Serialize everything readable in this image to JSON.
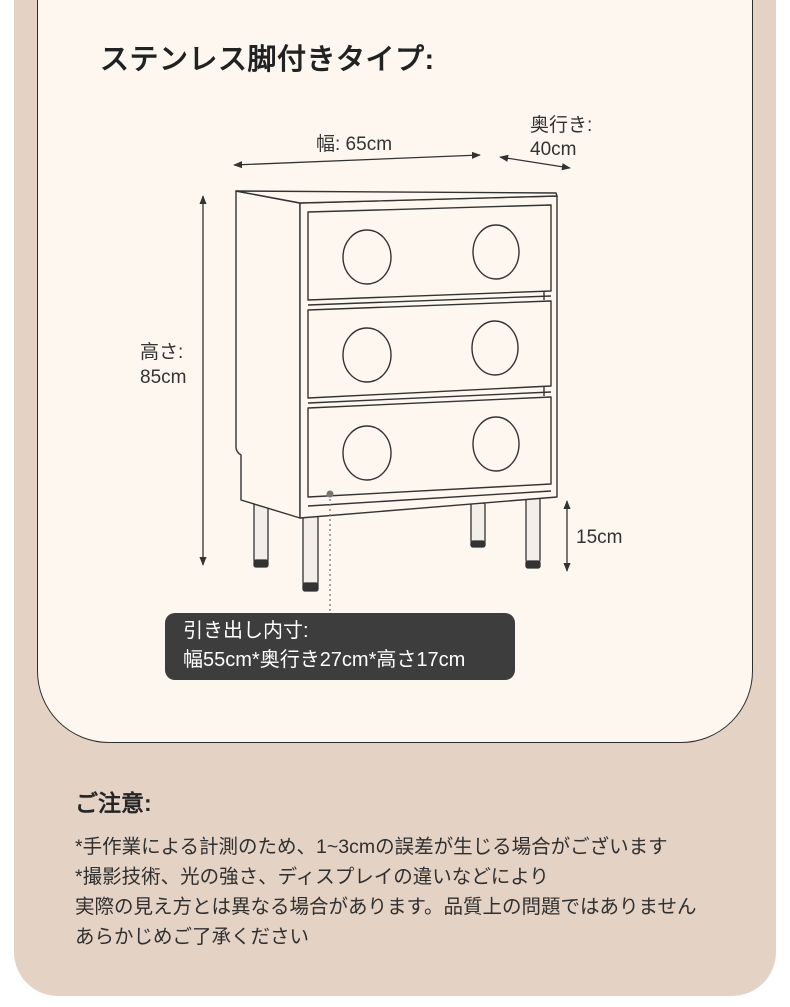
{
  "title": "ステンレス脚付きタイプ:",
  "dimensions": {
    "width": "幅: 65cm",
    "depth_label": "奥行き:",
    "depth_value": "40cm",
    "height_label": "高さ:",
    "height_value": "85cm",
    "leg_height": "15cm"
  },
  "drawer_inner": {
    "label": "引き出し内寸:",
    "value": "幅55cm*奥行き27cm*高さ17cm"
  },
  "notes": {
    "title": "ご注意:",
    "lines": [
      "*手作業による計測のため、1~3cmの誤差が生じる場合がございます",
      "*撮影技術、光の強さ、ディスプレイの違いなどにより",
      "実際の見え方とは異なる場合があります。品質上の問題ではありません",
      "あらかじめご了承ください"
    ]
  },
  "colors": {
    "background": "#e4d3c5",
    "card": "#fdf7f0",
    "callout": "#3d3d3d",
    "ink": "#2f2f2f"
  }
}
